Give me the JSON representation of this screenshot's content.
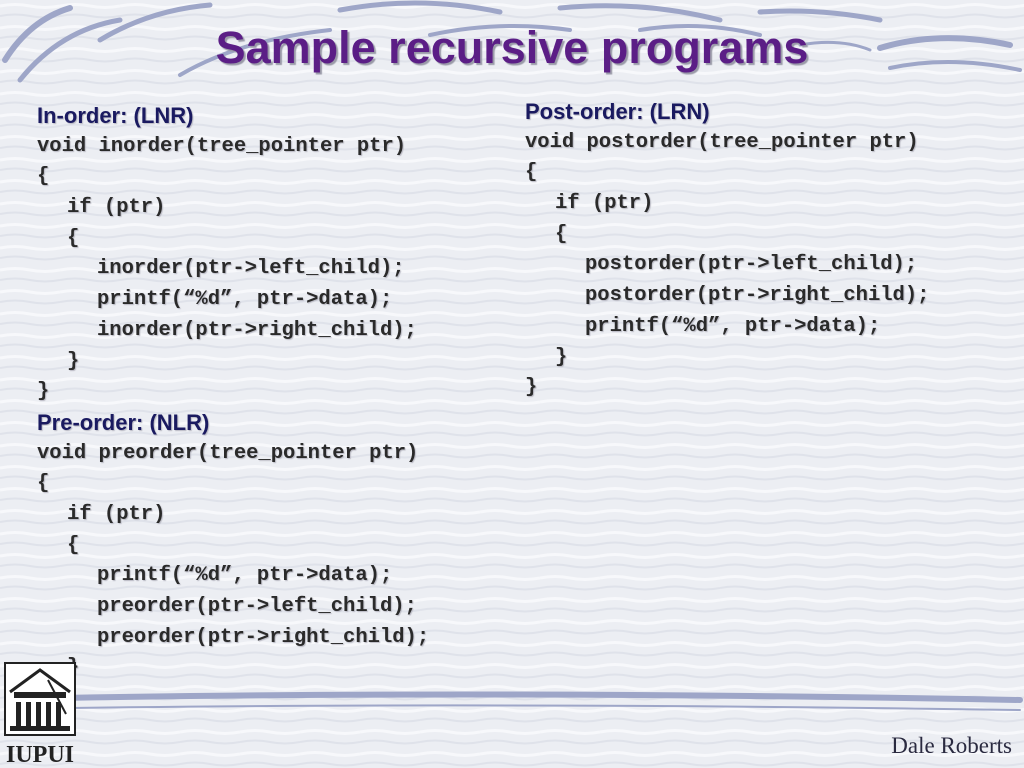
{
  "slide": {
    "title": "Sample recursive programs",
    "author": "Dale Roberts",
    "logo_text": "IUPUI"
  },
  "left_column": {
    "inorder": {
      "heading": "In-order: (LNR)",
      "lines": [
        "void inorder(tree_pointer ptr)",
        "{",
        "if (ptr)",
        "{",
        "inorder(ptr->left_child);",
        "printf(“%d”, ptr->data);",
        "inorder(ptr->right_child);",
        "}",
        "}"
      ]
    },
    "preorder": {
      "heading": "Pre-order: (NLR)",
      "lines": [
        "void preorder(tree_pointer ptr)",
        "{",
        "if (ptr)",
        "{",
        "printf(“%d”, ptr->data);",
        "preorder(ptr->left_child);",
        "preorder(ptr->right_child);",
        "}"
      ]
    }
  },
  "right_column": {
    "postorder": {
      "heading": "Post-order: (LRN)",
      "lines": [
        "void postorder(tree_pointer ptr)",
        "{",
        "if (ptr)",
        "{",
        "postorder(ptr->left_child);",
        "postorder(ptr->right_child);",
        "printf(“%d”, ptr->data);",
        "}",
        "}"
      ]
    }
  },
  "colors": {
    "title": "#5b1e86",
    "background": "#eceef3",
    "swoosh": "#9ea6c8"
  }
}
